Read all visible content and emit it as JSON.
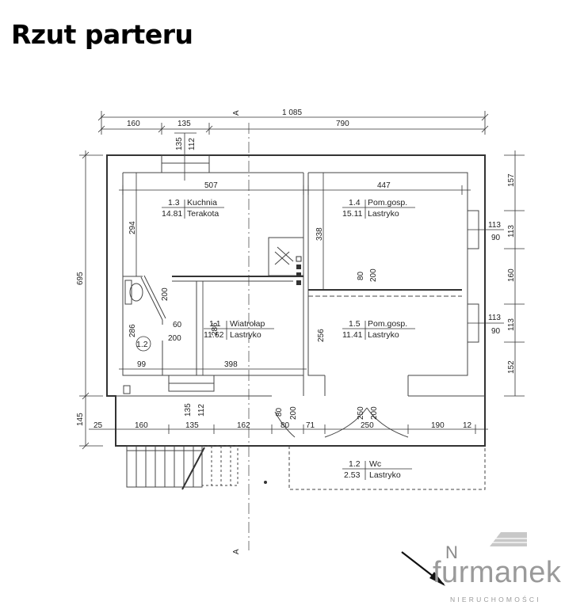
{
  "title": "Rzut parteru",
  "section_marker": "A",
  "rooms": [
    {
      "num": "1.3",
      "name": "Kuchnia",
      "area": "14.81",
      "floor": "Terakota"
    },
    {
      "num": "1.4",
      "name": "Pom.gosp.",
      "area": "15.11",
      "floor": "Lastryko"
    },
    {
      "num": "1.1",
      "name": "Wiatrołap",
      "area": "11.62",
      "floor": "Lastryko"
    },
    {
      "num": "1.5",
      "name": "Pom.gosp.",
      "area": "11.41",
      "floor": "Lastryko"
    },
    {
      "num": "1.2",
      "name": "Wc",
      "area": "2.53",
      "floor": "Lastryko"
    }
  ],
  "wc_tag": "1.2",
  "dims": {
    "total_top": "1 085",
    "top_a": "160",
    "top_b": "135",
    "top_c": "790",
    "win_top_1": "135",
    "win_top_2": "112",
    "kitchen_w": "507",
    "room14_w": "447",
    "kitchen_h": "294",
    "room14_h": "338",
    "door_80": "80",
    "door_200": "200",
    "left_total": "695",
    "left_bottom": "145",
    "right_157": "157",
    "right_113a": "113",
    "right_90a": "90",
    "right_113b": "113",
    "right_160": "160",
    "right_113c": "113",
    "right_90b": "90",
    "right_113d": "113",
    "right_152": "152",
    "d200_wc": "200",
    "d60": "60",
    "d200_b": "200",
    "d286_l": "286",
    "d286_m": "286",
    "d256": "256",
    "d99": "99",
    "d398": "398",
    "bw_135": "135",
    "bw_112": "112",
    "bd_80": "80",
    "bd_200": "200",
    "bd_250": "250",
    "bd_200b": "200",
    "b_25": "25",
    "b_160": "160",
    "b_135": "135",
    "b_162": "162",
    "b_80": "80",
    "b_71": "71",
    "b_250": "250",
    "b_190": "190",
    "b_12": "12"
  },
  "brand": {
    "north": "N",
    "name": "furmanek",
    "sub": "NIERUCHOMOŚCI"
  },
  "colors": {
    "line": "#333333",
    "brand_gray": "#9a9a9a",
    "logo_gray": "#bfbfbf"
  }
}
